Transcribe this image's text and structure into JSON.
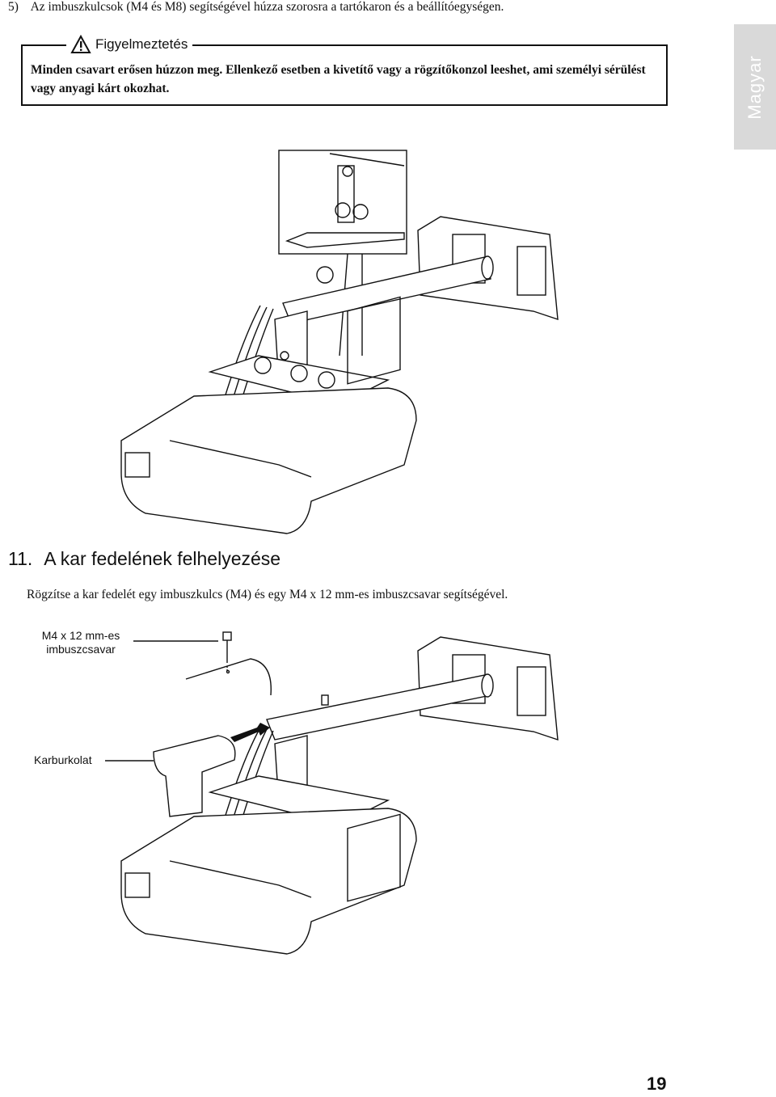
{
  "step5": {
    "number": "5)",
    "text": "Az imbuszkulcsok (M4 és M8) segítségével húzza szorosra a tartókaron és a beállítóegységen."
  },
  "warning": {
    "icon": "warning-triangle-icon",
    "title": "Figyelmeztetés",
    "text": "Minden csavart erősen húzzon meg. Ellenkező esetben a kivetítő vagy a rögzítőkonzol leeshet, ami személyi sérülést vagy anyagi kárt okozhat."
  },
  "side_tab": {
    "label": "Magyar",
    "color": "#d9d9d9"
  },
  "section11": {
    "number": "11.",
    "title": "A kar fedelének felhelyezése",
    "body": "Rögzítse a kar fedelét egy imbuszkulcs (M4) és egy M4 x 12 mm-es imbuszcsavar segítségével."
  },
  "figure2": {
    "screw_label": "M4 x 12 mm-es\nimbuszcsavar",
    "cover_label": "Karburkolat"
  },
  "page_number": "19"
}
